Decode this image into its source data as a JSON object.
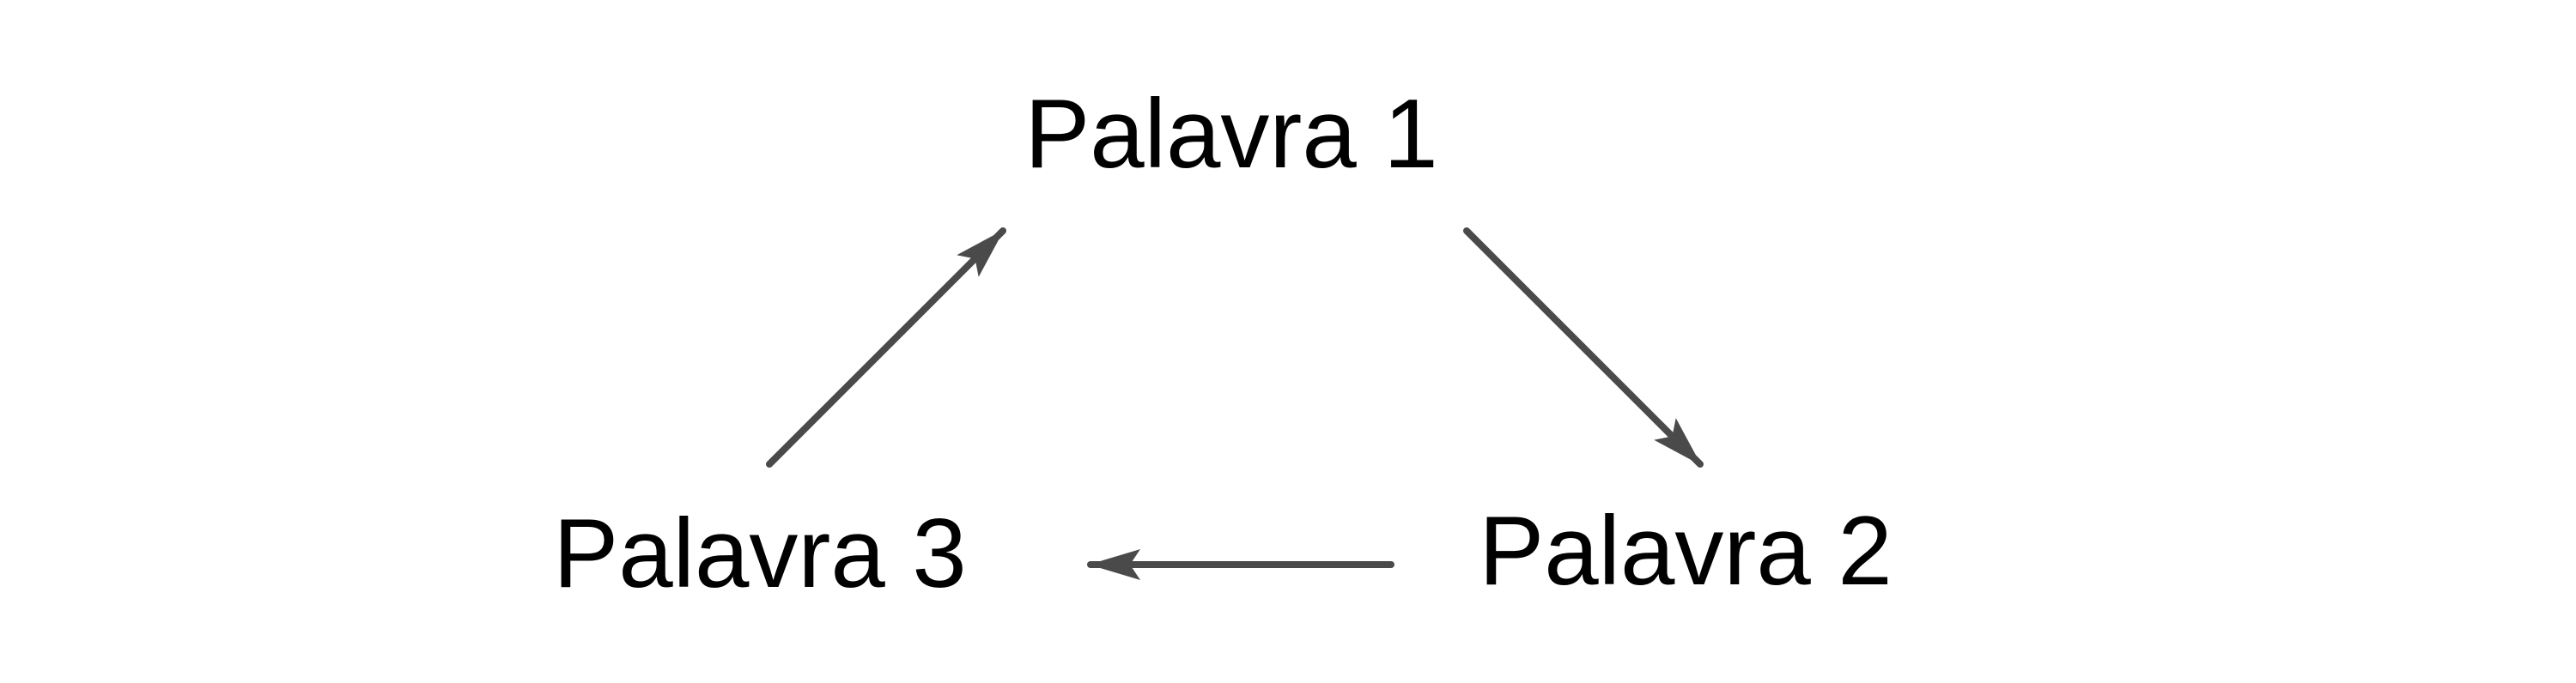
{
  "diagram": {
    "type": "cycle",
    "nodes": [
      {
        "id": "n1",
        "label": "Palavra 1"
      },
      {
        "id": "n2",
        "label": "Palavra 2"
      },
      {
        "id": "n3",
        "label": "Palavra 3"
      }
    ],
    "edges": [
      {
        "from": "n1",
        "to": "n2"
      },
      {
        "from": "n2",
        "to": "n3"
      },
      {
        "from": "n3",
        "to": "n1"
      }
    ],
    "colors": {
      "text": "#000000",
      "arrow": "#4a4a4a",
      "background": "#ffffff"
    }
  }
}
